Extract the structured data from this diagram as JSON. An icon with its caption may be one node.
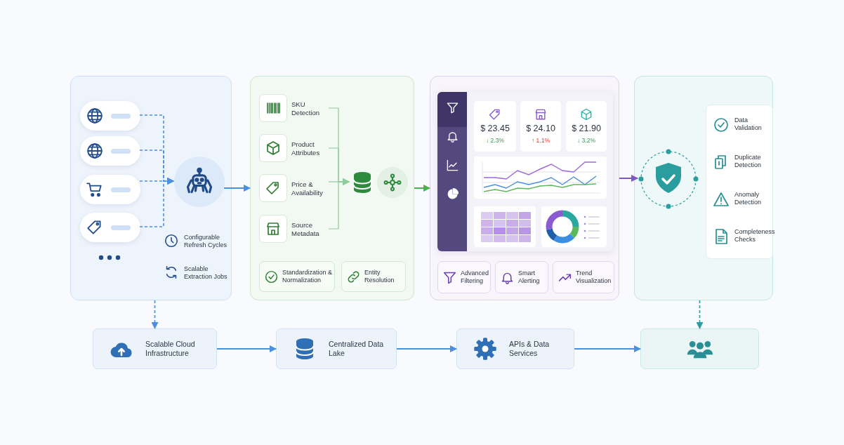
{
  "diagram": {
    "nodes": [
      {
        "text": [],
        "shape": "box"
      },
      {
        "text": [],
        "shape": "box",
        "in": 0
      },
      {
        "text": [],
        "shape": "box",
        "in": 0
      },
      {
        "text": [],
        "shape": "box",
        "in": 0
      },
      {
        "text": [],
        "shape": "box",
        "in": 0
      },
      {
        "text": [],
        "shape": "circle",
        "in": 0
      },
      {
        "text": [],
        "shape": "box"
      },
      {
        "text": [
          "SKU Detection"
        ],
        "in": 6
      },
      {
        "text": [
          "Product Attributes"
        ],
        "in": 6
      },
      {
        "text": [
          "Price & Availability"
        ],
        "in": 6
      },
      {
        "text": [
          "Source Metadata"
        ],
        "in": 6
      },
      {
        "text": [],
        "shape": "cylinder",
        "in": 6
      },
      {
        "text": [],
        "shape": "circle",
        "in": 6
      },
      {
        "text": [
          "Standardization & Normalization"
        ],
        "in": 6
      },
      {
        "text": [
          "Entity Resolution"
        ],
        "in": 6
      },
      {
        "text": [],
        "shape": "box"
      },
      {
        "text": [],
        "shape": "box",
        "in": 15
      },
      {
        "text": [
          "$ 23.45",
          "↓ 2.3%"
        ],
        "in": 16
      },
      {
        "text": [
          "$ 24.10",
          "↑ 1.1%"
        ],
        "in": 16
      },
      {
        "text": [
          "$ 21.90",
          "↓ 3.2%"
        ],
        "in": 16
      },
      {
        "text": [
          "Advanced Filtering"
        ],
        "in": 15
      },
      {
        "text": [
          "Smart Alerting"
        ],
        "in": 15
      },
      {
        "text": [
          "Trend Visualization"
        ],
        "in": 15
      },
      {
        "text": [],
        "shape": "box"
      },
      {
        "text": [],
        "shape": "circle",
        "in": 23
      },
      {
        "text": [
          "Data Validation",
          "Duplicate Detection",
          "Anomaly Detection",
          "Completeness Checks"
        ],
        "in": 23
      },
      {
        "text": [
          "Scalable Cloud Infrastructure"
        ]
      },
      {
        "text": [
          "Centralized Data Lake"
        ]
      },
      {
        "text": [
          "APIs & Data Services"
        ]
      },
      {
        "text": [],
        "shape": "box"
      }
    ],
    "edges": [
      {
        "from": 1,
        "to": 5,
        "arrow": "to",
        "style": "dashed"
      },
      {
        "from": 2,
        "to": 5,
        "arrow": "to",
        "style": "dashed"
      },
      {
        "from": 3,
        "to": 5,
        "arrow": "to",
        "style": "dashed"
      },
      {
        "from": 4,
        "to": 5,
        "arrow": "to",
        "style": "dashed"
      },
      {
        "from": 5,
        "to": 6,
        "arrow": "to"
      },
      {
        "from": 7,
        "to": 11,
        "arrow": "to",
        "color": "#8fcb9b"
      },
      {
        "from": 8,
        "to": 11,
        "arrow": "to",
        "color": "#8fcb9b"
      },
      {
        "from": 9,
        "to": 11,
        "arrow": "to",
        "color": "#8fcb9b"
      },
      {
        "from": 10,
        "to": 11,
        "arrow": "to",
        "color": "#8fcb9b"
      },
      {
        "from": 6,
        "to": 15,
        "arrow": "to",
        "color": "#4caf50"
      },
      {
        "from": 15,
        "to": 24,
        "arrow": "to",
        "color": "#7e57c2"
      },
      {
        "from": 0,
        "to": 26,
        "arrow": "to",
        "style": "dashed"
      },
      {
        "from": 23,
        "to": 29,
        "arrow": "to",
        "style": "dashed",
        "color": "#2a9d9f"
      },
      {
        "from": 26,
        "to": 27,
        "arrow": "to"
      },
      {
        "from": 27,
        "to": 28,
        "arrow": "to"
      },
      {
        "from": 28,
        "to": 29,
        "arrow": "to"
      }
    ],
    "labels": [
      "Configurable Refresh Cycles",
      "Scalable Extraction Jobs"
    ]
  }
}
